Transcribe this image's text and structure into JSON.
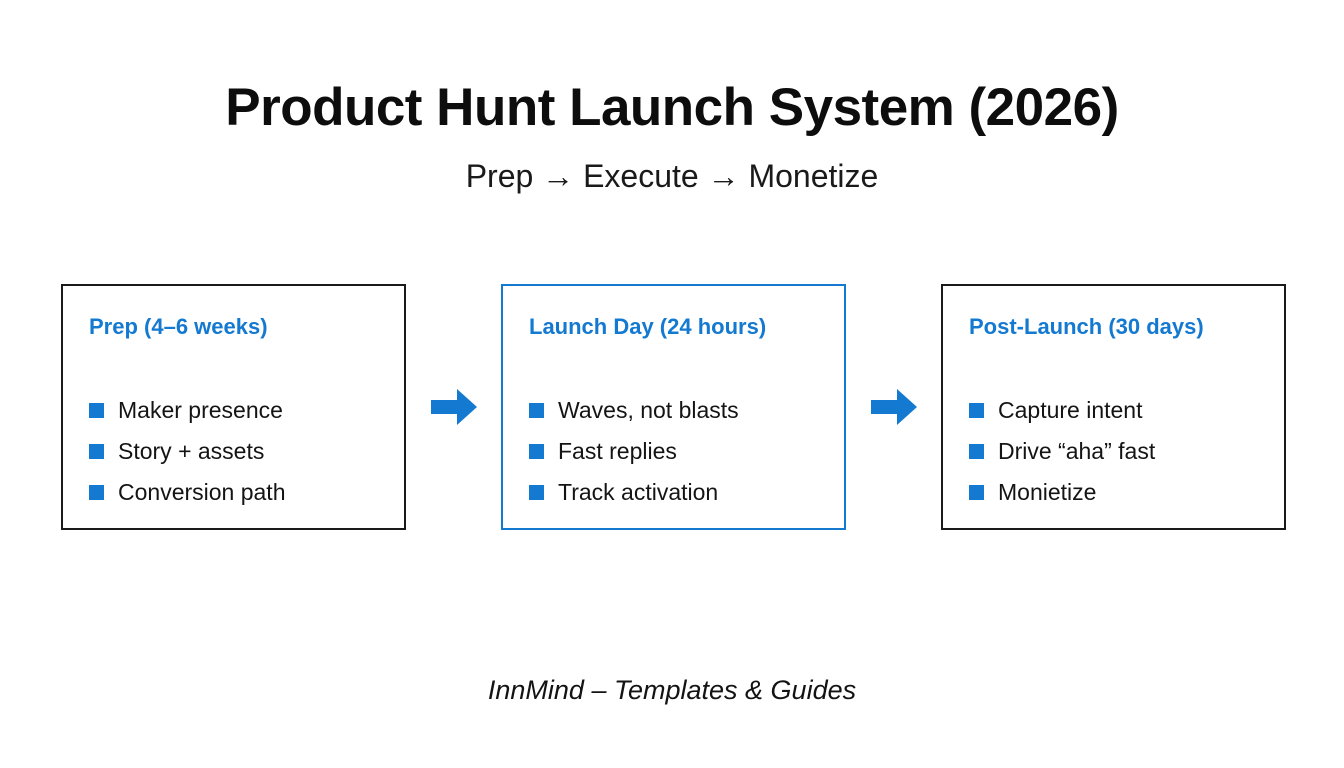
{
  "header": {
    "title": "Product Hunt Launch System (2026)",
    "subtitle": "Prep → Execute → Monetize"
  },
  "theme": {
    "accent": "#1479d0",
    "border": "#1a1a1a",
    "background": "#ffffff",
    "text": "#141414"
  },
  "flow": {
    "arrow_icon": "arrow-right-icon",
    "bullet_icon": "square-bullet-icon",
    "stages": [
      {
        "title": "Prep (4–6 weeks)",
        "highlighted": false,
        "items": [
          "Maker presence",
          "Story + assets",
          "Conversion path"
        ]
      },
      {
        "title": "Launch Day (24 hours)",
        "highlighted": true,
        "items": [
          "Waves, not blasts",
          "Fast replies",
          "Track activation"
        ]
      },
      {
        "title": "Post-Launch (30 days)",
        "highlighted": false,
        "items": [
          "Capture intent",
          "Drive “aha” fast",
          "Monietize"
        ]
      }
    ]
  },
  "footer": {
    "text": "InnMind – Templates & Guides"
  }
}
